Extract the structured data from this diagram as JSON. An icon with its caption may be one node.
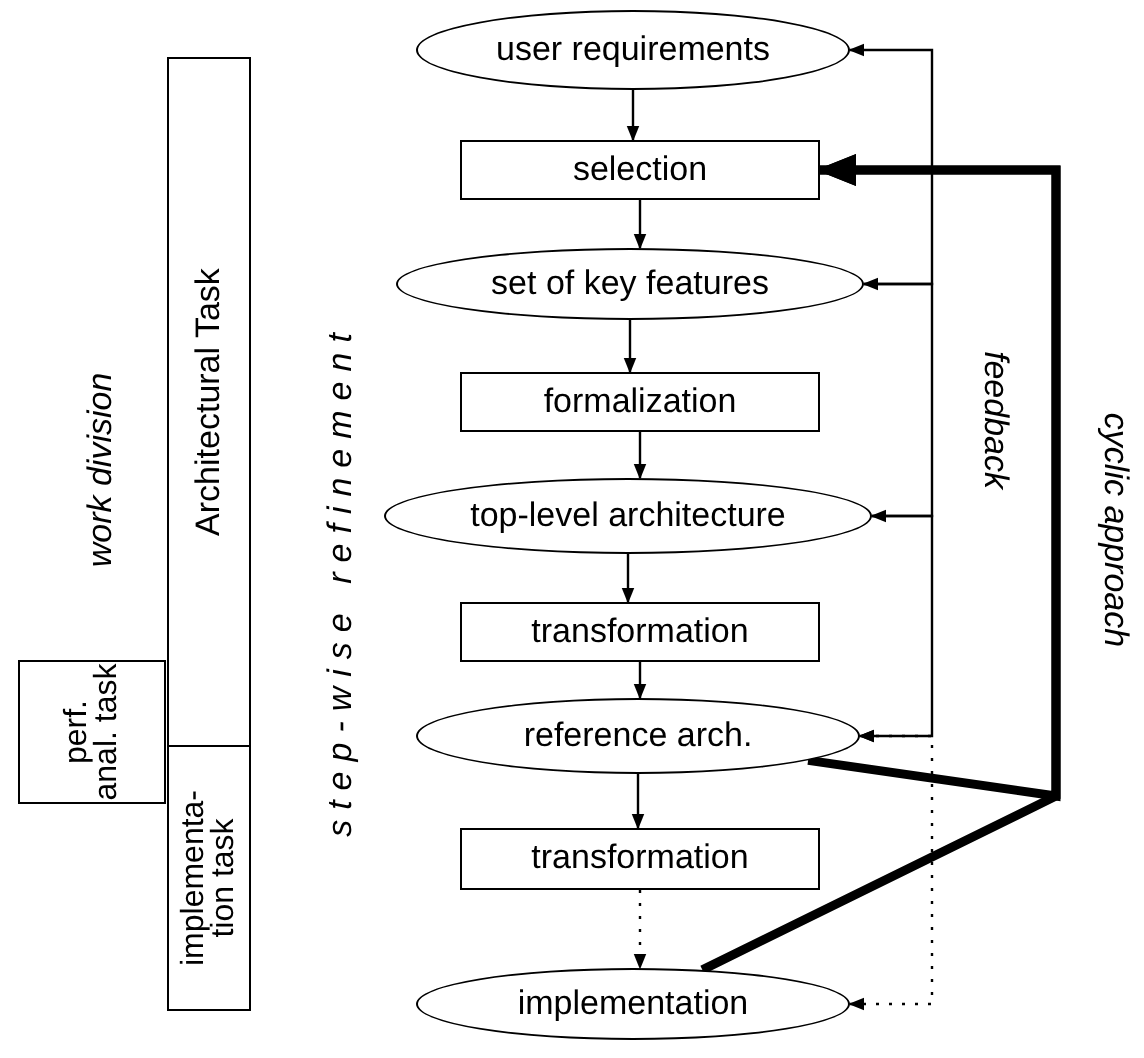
{
  "diagram": {
    "nodes": [
      {
        "text": [
          "user requirements"
        ]
      },
      {
        "text": [
          "selection"
        ]
      },
      {
        "text": [
          "set of key features"
        ]
      },
      {
        "text": [
          "formalization"
        ]
      },
      {
        "text": [
          "top-level architecture"
        ]
      },
      {
        "text": [
          "transformation"
        ]
      },
      {
        "text": [
          "reference arch."
        ]
      },
      {
        "text": [
          "transformation"
        ]
      },
      {
        "text": [
          "implementation"
        ]
      },
      {
        "text": [
          "Architectural Task"
        ]
      },
      {
        "text": [
          "implementa-tion task"
        ]
      },
      {
        "text": [
          "perf. anal. task"
        ]
      }
    ],
    "edges": [
      {
        "from": 0,
        "to": 1,
        "arrow": "to"
      },
      {
        "from": 1,
        "to": 2,
        "arrow": "to"
      },
      {
        "from": 2,
        "to": 3,
        "arrow": "to"
      },
      {
        "from": 3,
        "to": 4,
        "arrow": "to"
      },
      {
        "from": 4,
        "to": 5,
        "arrow": "to"
      },
      {
        "from": 5,
        "to": 6,
        "arrow": "to"
      },
      {
        "from": 6,
        "to": 7,
        "arrow": "to"
      },
      {
        "from": 7,
        "to": 8,
        "arrow": "to",
        "style": "dashed"
      },
      {
        "from": 2,
        "to": 0,
        "arrow": "to"
      },
      {
        "from": 4,
        "to": 2,
        "arrow": "to"
      },
      {
        "from": 6,
        "to": 4,
        "arrow": "both"
      },
      {
        "from": 8,
        "to": 6,
        "arrow": "both",
        "style": "dashed"
      },
      {
        "from": 6,
        "to": 1,
        "arrow": "to",
        "style": "thick"
      },
      {
        "from": 8,
        "to": 1,
        "arrow": "to",
        "style": "thick"
      }
    ],
    "labels": [
      "work division",
      "step-wise refinement",
      "feedback",
      "cyclic approach"
    ]
  }
}
